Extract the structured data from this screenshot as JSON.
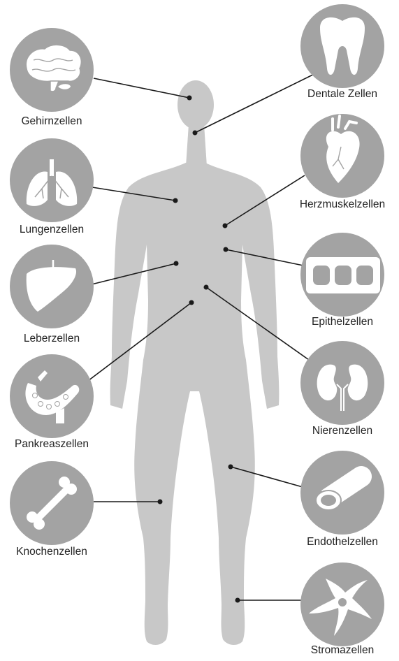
{
  "colors": {
    "silhouette": "#c8c8c8",
    "icon_circle": "#a3a3a3",
    "icon_fill": "#ffffff",
    "connector": "#1a1a1a",
    "label_text": "#222222"
  },
  "cells": [
    {
      "id": "brain",
      "label": "Gehirnzellen",
      "icon": "brain-icon"
    },
    {
      "id": "dental",
      "label": "Dentale Zellen",
      "icon": "tooth-icon"
    },
    {
      "id": "lung",
      "label": "Lungenzellen",
      "icon": "lungs-icon"
    },
    {
      "id": "heart",
      "label": "Herzmuskelzellen",
      "icon": "heart-icon"
    },
    {
      "id": "liver",
      "label": "Leberzellen",
      "icon": "liver-icon"
    },
    {
      "id": "epithel",
      "label": "Epithelzellen",
      "icon": "epithelium-icon"
    },
    {
      "id": "pancreas",
      "label": "Pankreaszellen",
      "icon": "pancreas-icon"
    },
    {
      "id": "kidney",
      "label": "Nierenzellen",
      "icon": "kidney-icon"
    },
    {
      "id": "bone",
      "label": "Knochenzellen",
      "icon": "bone-icon"
    },
    {
      "id": "endothel",
      "label": "Endothelzellen",
      "icon": "blood-vessel-icon"
    },
    {
      "id": "stroma",
      "label": "Stromazellen",
      "icon": "stromal-cell-icon"
    }
  ]
}
